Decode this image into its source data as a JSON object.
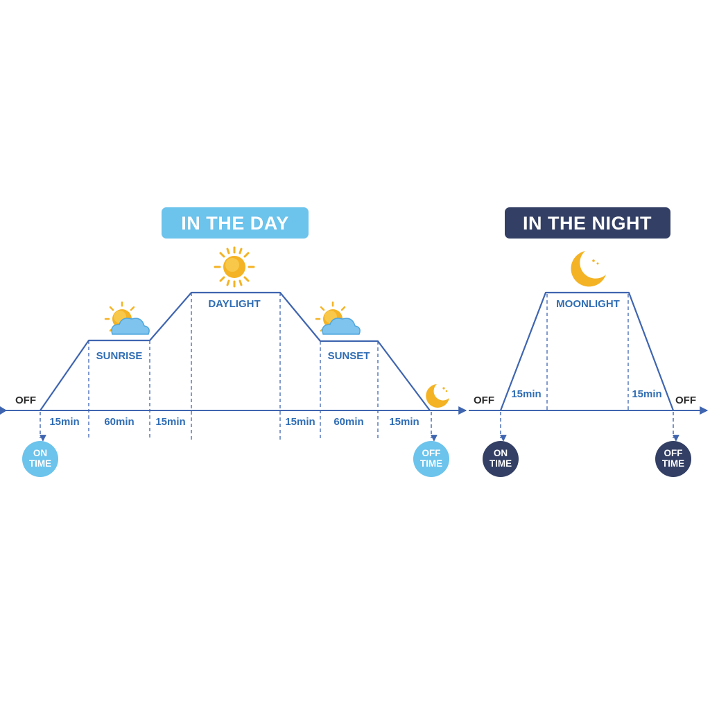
{
  "colors": {
    "day_accent": "#6cc3ec",
    "night_accent": "#333f64",
    "line": "#3f65b0",
    "label_blue": "#2f6db4",
    "sun_gold": "#f4b324",
    "cloud_blue": "#7fc4ee"
  },
  "day": {
    "title": "IN THE DAY",
    "off_label": "OFF",
    "stages": [
      {
        "label": "SUNRISE",
        "icon": "sun-cloud-icon"
      },
      {
        "label": "DAYLIGHT",
        "icon": "sun-icon"
      },
      {
        "label": "SUNSET",
        "icon": "sun-cloud-icon"
      }
    ],
    "durations": [
      "15min",
      "60min",
      "15min",
      "15min",
      "60min",
      "15min"
    ],
    "on_badge": {
      "line1": "ON",
      "line2": "TIME"
    },
    "off_badge": {
      "line1": "OFF",
      "line2": "TIME"
    },
    "end_icon": "crescent-moon-icon"
  },
  "night": {
    "title": "IN THE NIGHT",
    "off_left": "OFF",
    "off_right": "OFF",
    "stage": {
      "label": "MOONLIGHT",
      "icon": "crescent-moon-icon"
    },
    "durations": [
      "15min",
      "15min"
    ],
    "on_badge": {
      "line1": "ON",
      "line2": "TIME"
    },
    "off_badge": {
      "line1": "OFF",
      "line2": "TIME"
    }
  }
}
